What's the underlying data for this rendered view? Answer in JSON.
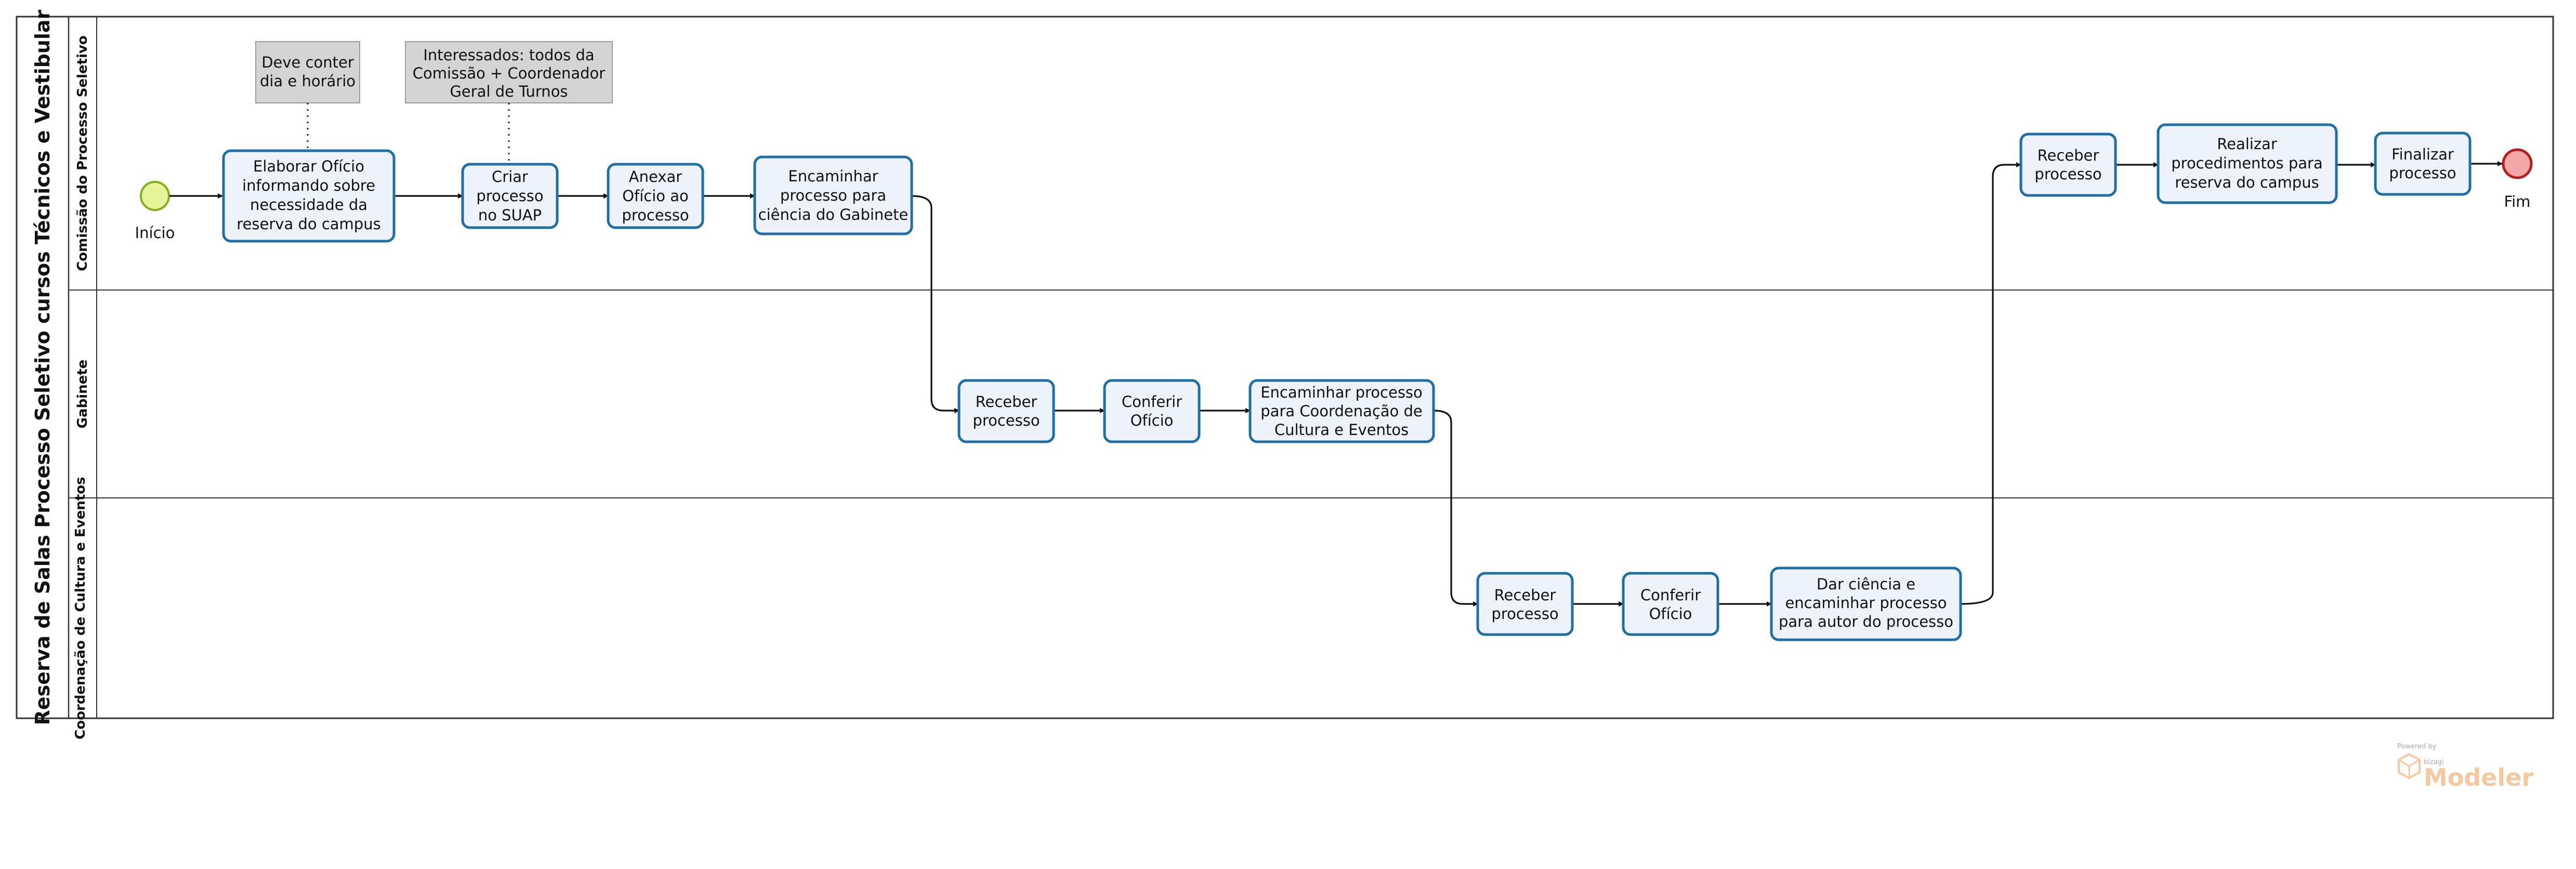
{
  "pool": {
    "title": "Reserva de Salas Processo Seletivo cursos Técnicos e Vestibular"
  },
  "lanes": [
    {
      "id": "lane-comissao",
      "label": "Comissão do Processo Seletivo"
    },
    {
      "id": "lane-gabinete",
      "label": "Gabinete"
    },
    {
      "id": "lane-coordenacao",
      "label": "Coordenação de Cultura e Eventos"
    }
  ],
  "events": {
    "start": {
      "label": "Início"
    },
    "end": {
      "label": "Fim"
    }
  },
  "annotations": [
    {
      "id": "ann-dia-horario",
      "lines": [
        "Deve conter",
        "dia e horário"
      ]
    },
    {
      "id": "ann-interessados",
      "lines": [
        "Interessados: todos da",
        "Comissão + Coordenador",
        "Geral de Turnos"
      ]
    }
  ],
  "tasks": [
    {
      "id": "t1",
      "lines": [
        "Elaborar Ofício",
        "informando sobre",
        "necessidade da",
        "reserva do campus"
      ]
    },
    {
      "id": "t2",
      "lines": [
        "Criar",
        "processo",
        "no SUAP"
      ]
    },
    {
      "id": "t3",
      "lines": [
        "Anexar",
        "Ofício ao",
        "processo"
      ]
    },
    {
      "id": "t4",
      "lines": [
        "Encaminhar",
        "processo para",
        "ciência do Gabinete"
      ]
    },
    {
      "id": "t5",
      "lines": [
        "Receber",
        "processo"
      ]
    },
    {
      "id": "t6",
      "lines": [
        "Conferir",
        "Ofício"
      ]
    },
    {
      "id": "t7",
      "lines": [
        "Encaminhar processo",
        "para Coordenação de",
        "Cultura e Eventos"
      ]
    },
    {
      "id": "t8",
      "lines": [
        "Receber",
        "processo"
      ]
    },
    {
      "id": "t9",
      "lines": [
        "Conferir",
        "Ofício"
      ]
    },
    {
      "id": "t10",
      "lines": [
        "Dar ciência e",
        "encaminhar processo",
        "para autor do processo"
      ]
    },
    {
      "id": "t11",
      "lines": [
        "Receber",
        "processo"
      ]
    },
    {
      "id": "t12",
      "lines": [
        "Realizar",
        "procedimentos para",
        "reserva do campus"
      ]
    },
    {
      "id": "t13",
      "lines": [
        "Finalizar",
        "processo"
      ]
    }
  ],
  "watermark": {
    "powered": "Powered by",
    "brand_small": "bizagi",
    "brand": "Modeler"
  },
  "colors": {
    "task_fill": "#eef2fb",
    "task_stroke": "#1f6fa6",
    "start_fill": "#e6f59a",
    "end_fill": "#f2a7a7"
  }
}
